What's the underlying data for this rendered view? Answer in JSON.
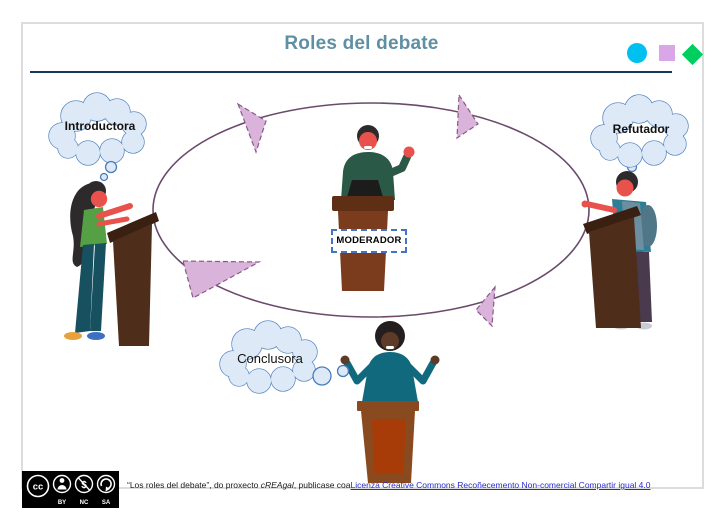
{
  "slide": {
    "title": "Roles del debate",
    "divider_color": "#17375d",
    "accent_shapes": [
      {
        "name": "circle",
        "color": "#00c0ef"
      },
      {
        "name": "square",
        "color": "#d9a7e8"
      },
      {
        "name": "diamond",
        "color": "#00cf5f"
      }
    ]
  },
  "diagram": {
    "type": "cycle",
    "ellipse_color": "#6b4a6b",
    "arrow_fill": "#d9b3da",
    "bubble_fill": "#dde9f6",
    "bubble_stroke": "#4a7ebb",
    "roles": {
      "introductora": {
        "label": "Introductora",
        "position": "top-left"
      },
      "refutador": {
        "label": "Refutador",
        "position": "top-right"
      },
      "conclusora": {
        "label": "Conclusora",
        "position": "bottom-center"
      },
      "moderador": {
        "label": "MODERADOR",
        "position": "center"
      }
    }
  },
  "footer": {
    "badge": {
      "label": "cc",
      "letters": [
        "BY",
        "NC",
        "SA"
      ]
    },
    "license_part1": "“Los roles del debate”, do proxecto ",
    "license_italic": "cREAgal",
    "license_part2": ", publicase coa",
    "license_link": "Licenza Creative Commons Recoñecemento Non-comercial Compartir igual 4.0"
  }
}
